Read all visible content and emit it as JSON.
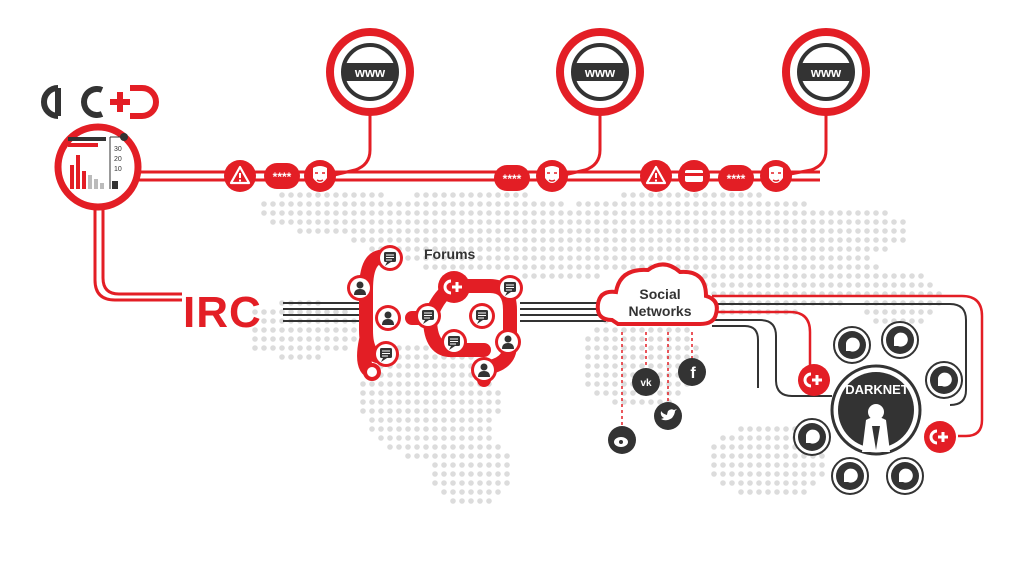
{
  "logo": {
    "text_a": "ac",
    "text_b": "+D"
  },
  "labels": {
    "forums": "Forums",
    "irc": "IRC",
    "social_line1": "Social",
    "social_line2": "Networks",
    "darknet": "DARKNET"
  },
  "chart_ticks": [
    "30",
    "20",
    "10"
  ],
  "www_nodes": [
    {
      "text": "www"
    },
    {
      "text": "www"
    },
    {
      "text": "www"
    }
  ],
  "password_text": "****",
  "social_networks": [
    "vk-icon",
    "facebook-icon",
    "twitter-icon",
    "weibo-icon"
  ],
  "colors": {
    "accent": "#e31e25",
    "dark": "#333333",
    "map_dot": "#d9d9d9"
  }
}
